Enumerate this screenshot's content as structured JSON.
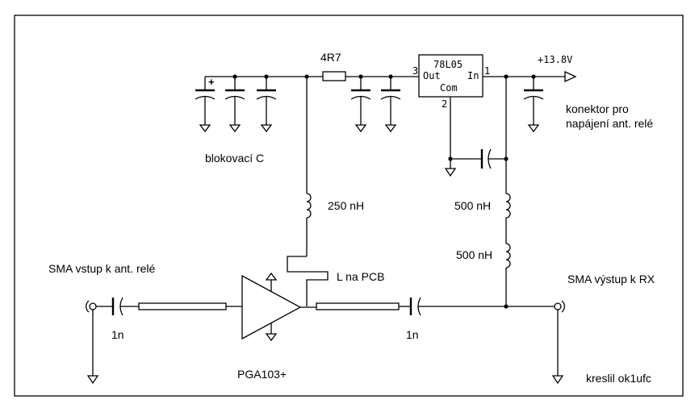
{
  "labels": {
    "blocking_caps": "blokovací C",
    "resistor": "4R7",
    "supply_voltage": "+13.8V",
    "connector": "konektor pro",
    "connector_line2": "napájení ant. relé",
    "inductor_250": "250 nH",
    "inductor_500_a": "500 nH",
    "inductor_500_b": "500 nH",
    "sma_in": "SMA vstup k ant. relé",
    "sma_out": "SMA výstup k RX",
    "pcb_inductor": "L na PCB",
    "cap_in": "1n",
    "cap_out": "1n",
    "amplifier": "PGA103+",
    "author": "kreslil ok1ufc",
    "cap_polarity": "+"
  },
  "regulator": {
    "name": "78L05",
    "out_label": "Out",
    "in_label": "In",
    "com_label": "Com",
    "pin_out": "3",
    "pin_in": "1",
    "pin_com": "2"
  }
}
